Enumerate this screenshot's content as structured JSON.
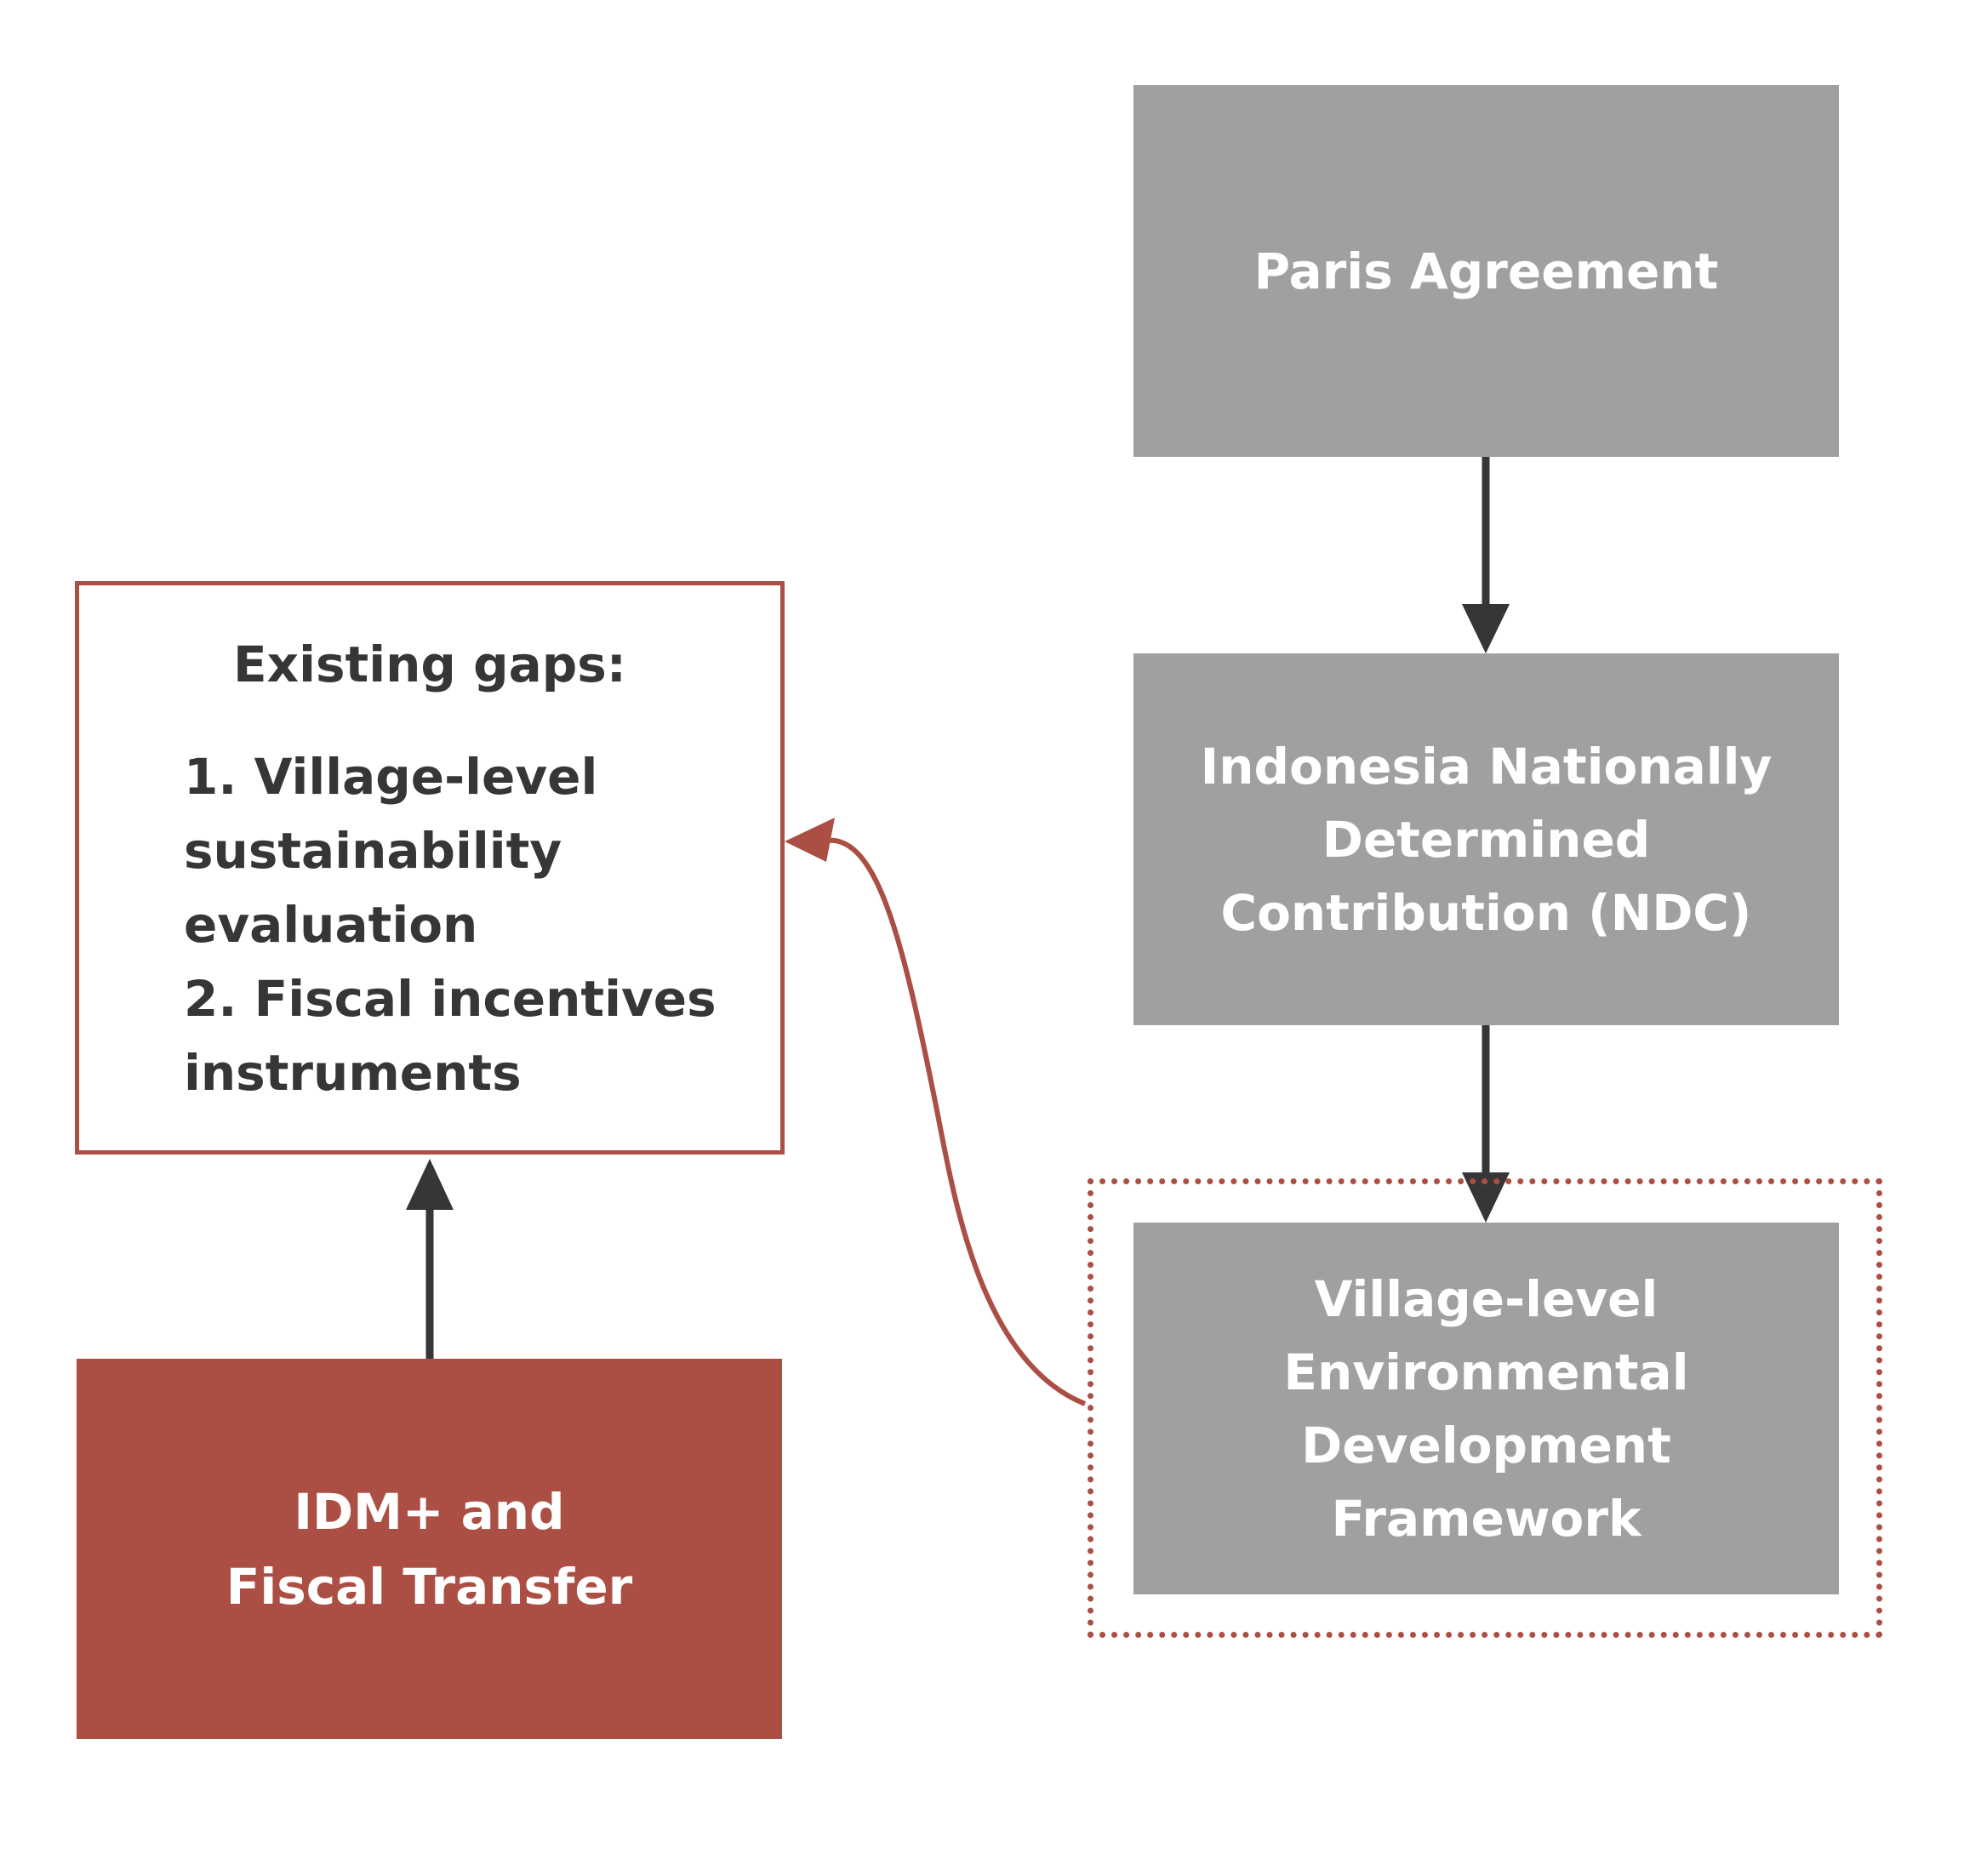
{
  "nodes": {
    "paris": {
      "text": "Paris Agreement"
    },
    "ndc": {
      "text": "Indonesia Nationally\nDetermined\nContribution (NDC)"
    },
    "village": {
      "text": "Village-level\nEnvironmental\nDevelopment\nFramework"
    },
    "gaps": {
      "title": "Existing gaps:",
      "body": "1. Village-level\nsustainability\nevaluation\n2. Fiscal incentives\ninstruments"
    },
    "idm": {
      "text": "IDM+ and\nFiscal Transfer"
    }
  },
  "colors": {
    "grey_box": "#a19fa1",
    "accent_red": "#ab4f44",
    "arrow_dark": "#363638",
    "text_dark": "#363638",
    "text_light": "#ffffff"
  },
  "edges": [
    {
      "from": "paris",
      "to": "ndc",
      "style": "solid-dark"
    },
    {
      "from": "ndc",
      "to": "village",
      "style": "solid-dark"
    },
    {
      "from": "idm",
      "to": "gaps",
      "style": "solid-dark"
    },
    {
      "from": "village",
      "to": "gaps",
      "style": "curved-red"
    }
  ]
}
